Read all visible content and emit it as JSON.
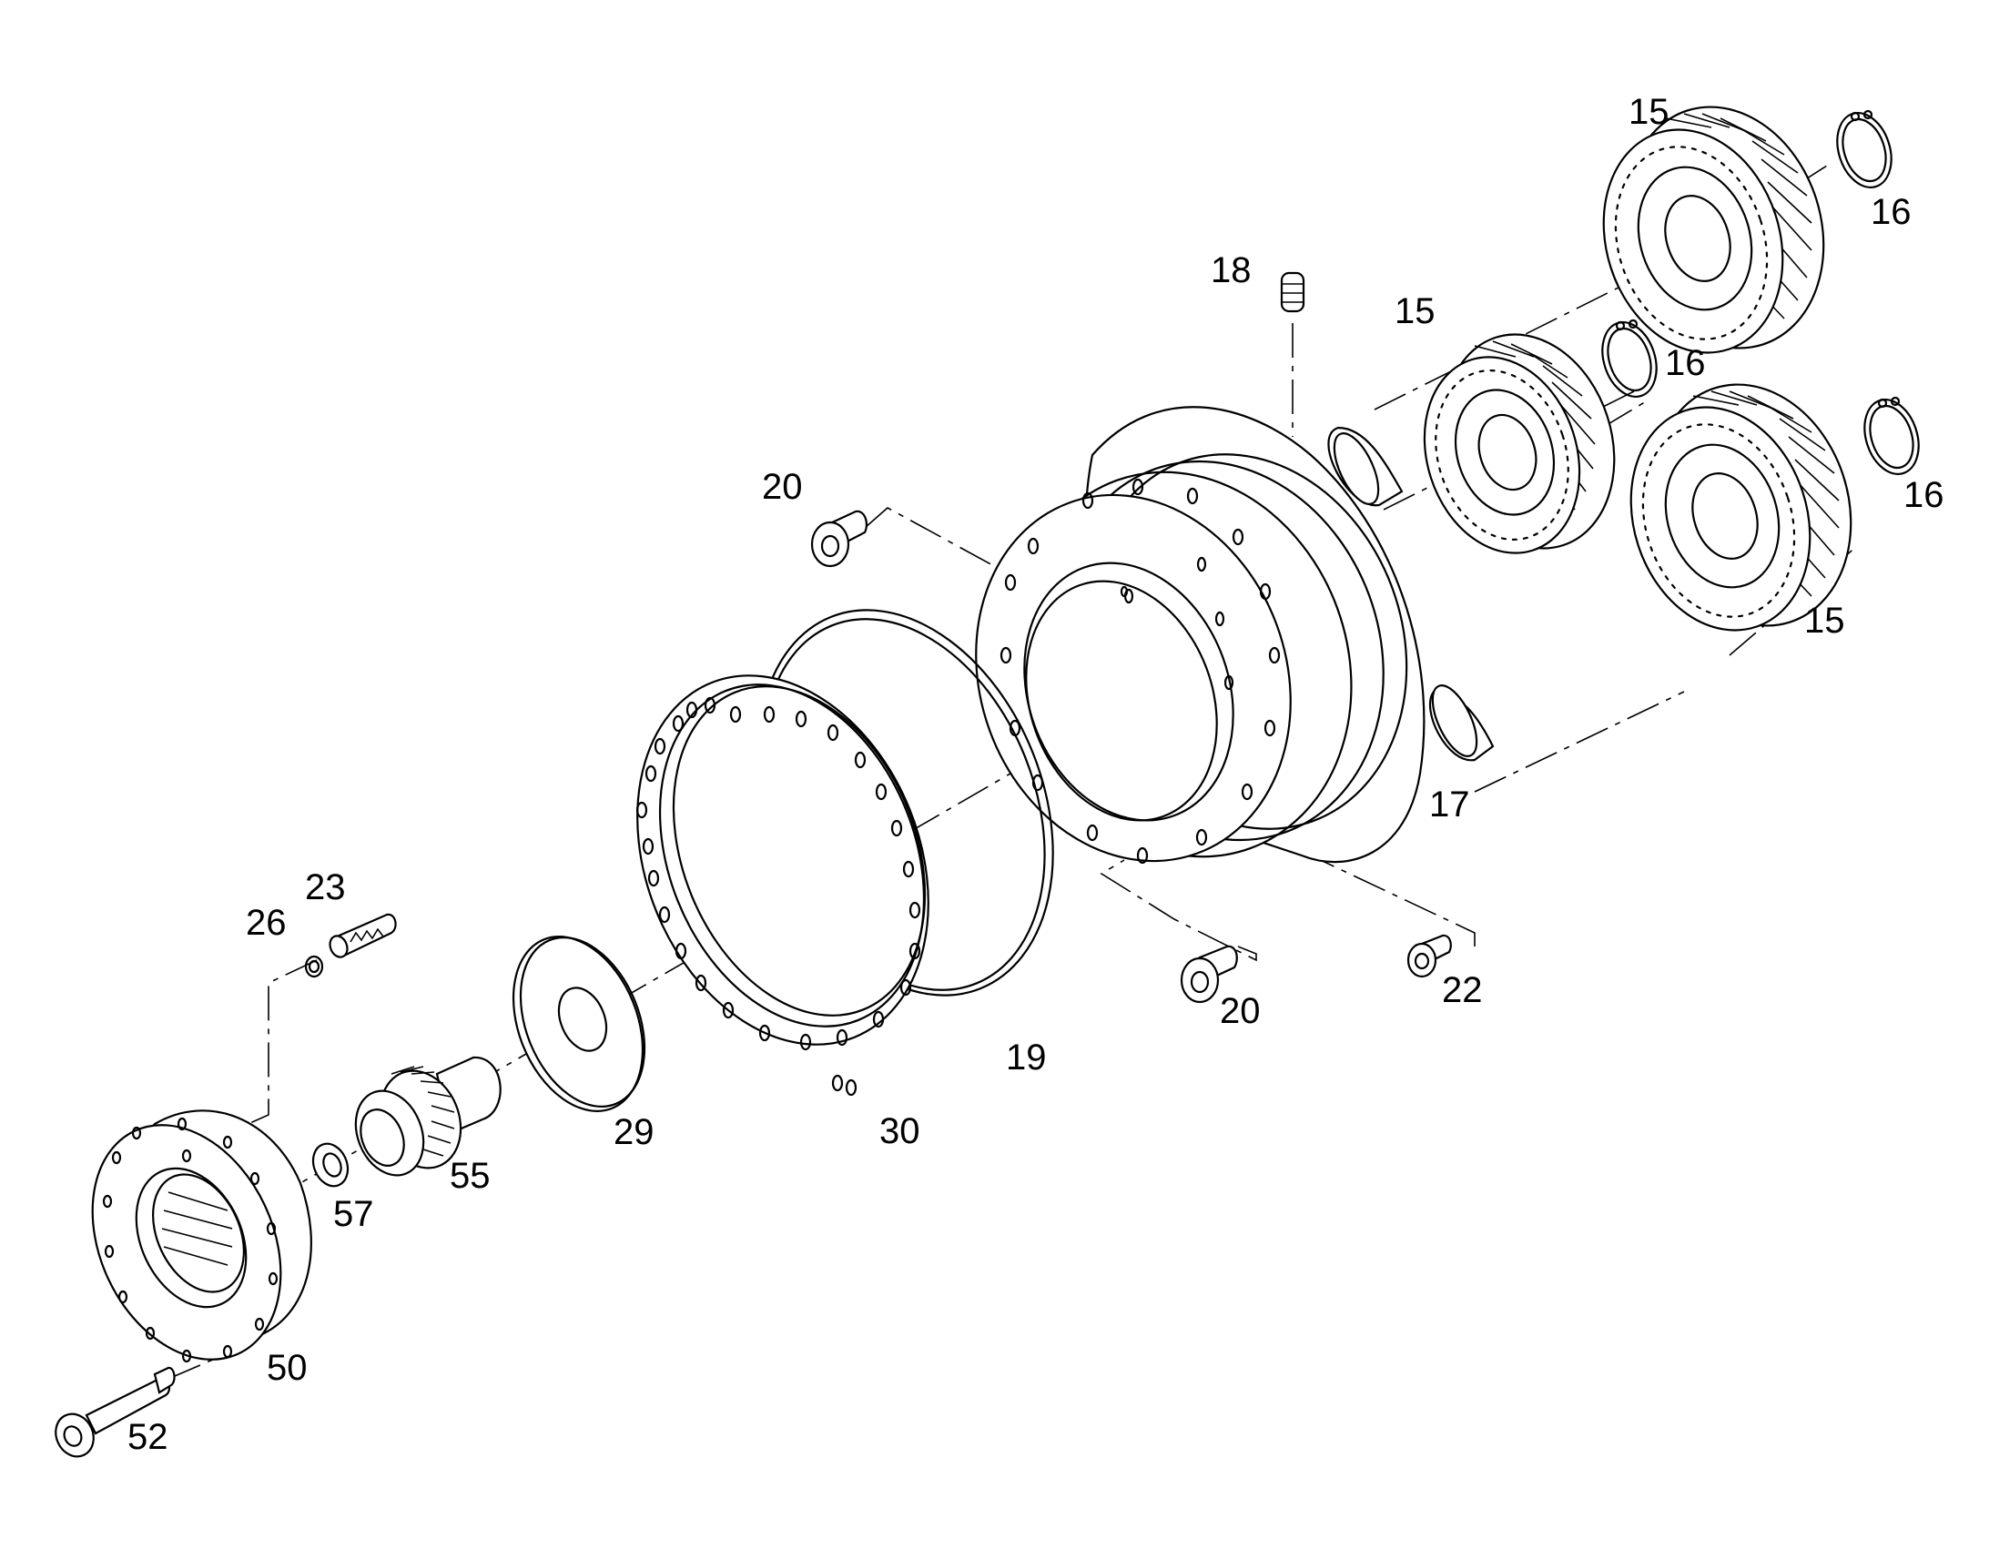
{
  "parts": [
    {
      "id": "p15a",
      "number": "15"
    },
    {
      "id": "p16a",
      "number": "16"
    },
    {
      "id": "p18",
      "number": "18"
    },
    {
      "id": "p15b",
      "number": "15"
    },
    {
      "id": "p16b",
      "number": "16"
    },
    {
      "id": "p20a",
      "number": "20"
    },
    {
      "id": "p16c",
      "number": "16"
    },
    {
      "id": "p15c",
      "number": "15"
    },
    {
      "id": "p17",
      "number": "17"
    },
    {
      "id": "p23",
      "number": "23"
    },
    {
      "id": "p26",
      "number": "26"
    },
    {
      "id": "p20b",
      "number": "20"
    },
    {
      "id": "p22",
      "number": "22"
    },
    {
      "id": "p19",
      "number": "19"
    },
    {
      "id": "p29",
      "number": "29"
    },
    {
      "id": "p30",
      "number": "30"
    },
    {
      "id": "p55",
      "number": "55"
    },
    {
      "id": "p57",
      "number": "57"
    },
    {
      "id": "p50",
      "number": "50"
    },
    {
      "id": "p52",
      "number": "52"
    }
  ]
}
